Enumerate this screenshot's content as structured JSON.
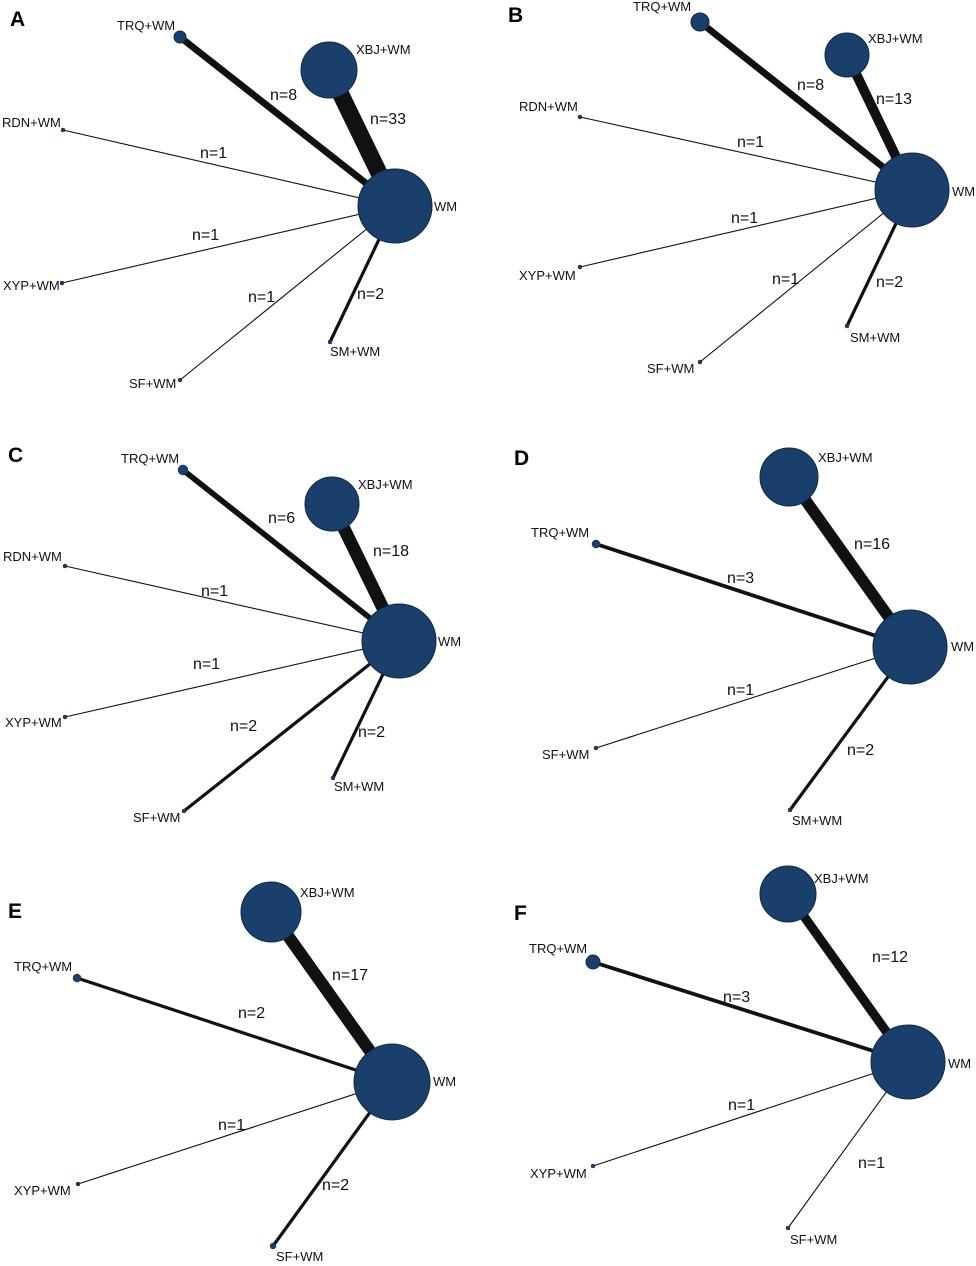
{
  "colors": {
    "node": "#1a3f6b",
    "node_stroke": "#0f2a4a",
    "edge": "#111111"
  },
  "panels": [
    {
      "letter": "A",
      "nodes": {
        "WM": {
          "label": "WM"
        },
        "XBJ+WM": {
          "label": "XBJ+WM"
        },
        "TRQ+WM": {
          "label": "TRQ+WM"
        },
        "RDN+WM": {
          "label": "RDN+WM"
        },
        "XYP+WM": {
          "label": "XYP+WM"
        },
        "SF+WM": {
          "label": "SF+WM"
        },
        "SM+WM": {
          "label": "SM+WM"
        }
      },
      "edges": [
        {
          "from": "XBJ+WM",
          "to": "WM",
          "n": 33,
          "label": "n=33"
        },
        {
          "from": "TRQ+WM",
          "to": "WM",
          "n": 8,
          "label": "n=8"
        },
        {
          "from": "RDN+WM",
          "to": "WM",
          "n": 1,
          "label": "n=1"
        },
        {
          "from": "XYP+WM",
          "to": "WM",
          "n": 1,
          "label": "n=1"
        },
        {
          "from": "SF+WM",
          "to": "WM",
          "n": 1,
          "label": "n=1"
        },
        {
          "from": "SM+WM",
          "to": "WM",
          "n": 2,
          "label": "n=2"
        }
      ]
    },
    {
      "letter": "B",
      "nodes": {
        "WM": {
          "label": "WM"
        },
        "XBJ+WM": {
          "label": "XBJ+WM"
        },
        "TRQ+WM": {
          "label": "TRQ+WM"
        },
        "RDN+WM": {
          "label": "RDN+WM"
        },
        "XYP+WM": {
          "label": "XYP+WM"
        },
        "SF+WM": {
          "label": "SF+WM"
        },
        "SM+WM": {
          "label": "SM+WM"
        }
      },
      "edges": [
        {
          "from": "XBJ+WM",
          "to": "WM",
          "n": 13,
          "label": "n=13"
        },
        {
          "from": "TRQ+WM",
          "to": "WM",
          "n": 8,
          "label": "n=8"
        },
        {
          "from": "RDN+WM",
          "to": "WM",
          "n": 1,
          "label": "n=1"
        },
        {
          "from": "XYP+WM",
          "to": "WM",
          "n": 1,
          "label": "n=1"
        },
        {
          "from": "SF+WM",
          "to": "WM",
          "n": 1,
          "label": "n=1"
        },
        {
          "from": "SM+WM",
          "to": "WM",
          "n": 2,
          "label": "n=2"
        }
      ]
    },
    {
      "letter": "C",
      "nodes": {
        "WM": {
          "label": "WM"
        },
        "XBJ+WM": {
          "label": "XBJ+WM"
        },
        "TRQ+WM": {
          "label": "TRQ+WM"
        },
        "RDN+WM": {
          "label": "RDN+WM"
        },
        "XYP+WM": {
          "label": "XYP+WM"
        },
        "SF+WM": {
          "label": "SF+WM"
        },
        "SM+WM": {
          "label": "SM+WM"
        }
      },
      "edges": [
        {
          "from": "XBJ+WM",
          "to": "WM",
          "n": 18,
          "label": "n=18"
        },
        {
          "from": "TRQ+WM",
          "to": "WM",
          "n": 6,
          "label": "n=6"
        },
        {
          "from": "RDN+WM",
          "to": "WM",
          "n": 1,
          "label": "n=1"
        },
        {
          "from": "XYP+WM",
          "to": "WM",
          "n": 1,
          "label": "n=1"
        },
        {
          "from": "SF+WM",
          "to": "WM",
          "n": 2,
          "label": "n=2"
        },
        {
          "from": "SM+WM",
          "to": "WM",
          "n": 2,
          "label": "n=2"
        }
      ]
    },
    {
      "letter": "D",
      "nodes": {
        "WM": {
          "label": "WM"
        },
        "XBJ+WM": {
          "label": "XBJ+WM"
        },
        "TRQ+WM": {
          "label": "TRQ+WM"
        },
        "SF+WM": {
          "label": "SF+WM"
        },
        "SM+WM": {
          "label": "SM+WM"
        }
      },
      "edges": [
        {
          "from": "XBJ+WM",
          "to": "WM",
          "n": 16,
          "label": "n=16"
        },
        {
          "from": "TRQ+WM",
          "to": "WM",
          "n": 3,
          "label": "n=3"
        },
        {
          "from": "SF+WM",
          "to": "WM",
          "n": 1,
          "label": "n=1"
        },
        {
          "from": "SM+WM",
          "to": "WM",
          "n": 2,
          "label": "n=2"
        }
      ]
    },
    {
      "letter": "E",
      "nodes": {
        "WM": {
          "label": "WM"
        },
        "XBJ+WM": {
          "label": "XBJ+WM"
        },
        "TRQ+WM": {
          "label": "TRQ+WM"
        },
        "XYP+WM": {
          "label": "XYP+WM"
        },
        "SF+WM": {
          "label": "SF+WM"
        }
      },
      "edges": [
        {
          "from": "XBJ+WM",
          "to": "WM",
          "n": 17,
          "label": "n=17"
        },
        {
          "from": "TRQ+WM",
          "to": "WM",
          "n": 2,
          "label": "n=2"
        },
        {
          "from": "XYP+WM",
          "to": "WM",
          "n": 1,
          "label": "n=1"
        },
        {
          "from": "SF+WM",
          "to": "WM",
          "n": 2,
          "label": "n=2"
        }
      ]
    },
    {
      "letter": "F",
      "nodes": {
        "WM": {
          "label": "WM"
        },
        "XBJ+WM": {
          "label": "XBJ+WM"
        },
        "TRQ+WM": {
          "label": "TRQ+WM"
        },
        "XYP+WM": {
          "label": "XYP+WM"
        },
        "SF+WM": {
          "label": "SF+WM"
        }
      },
      "edges": [
        {
          "from": "XBJ+WM",
          "to": "WM",
          "n": 12,
          "label": "n=12"
        },
        {
          "from": "TRQ+WM",
          "to": "WM",
          "n": 3,
          "label": "n=3"
        },
        {
          "from": "XYP+WM",
          "to": "WM",
          "n": 1,
          "label": "n=1"
        },
        {
          "from": "SF+WM",
          "to": "WM",
          "n": 1,
          "label": "n=1"
        }
      ]
    }
  ]
}
